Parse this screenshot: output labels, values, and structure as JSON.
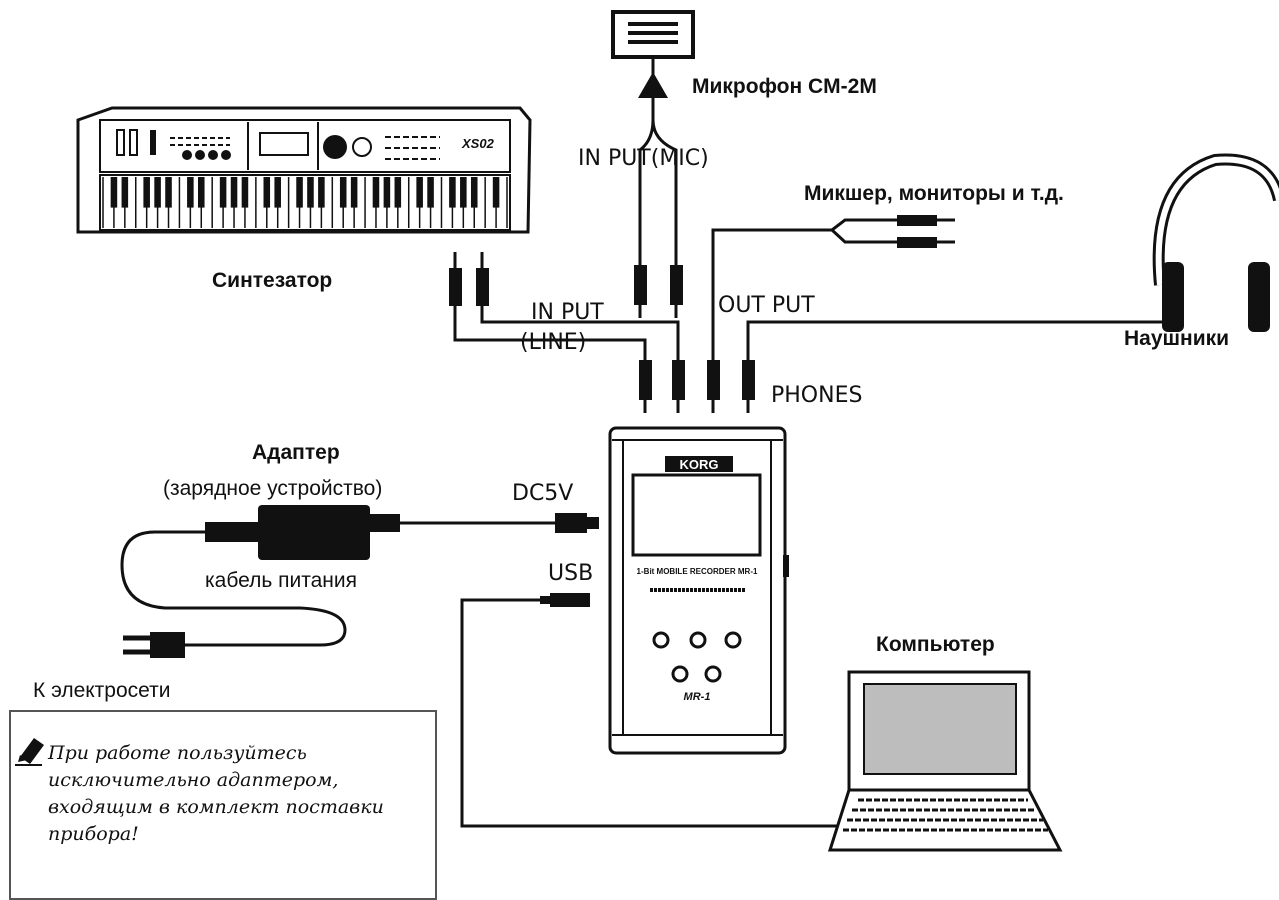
{
  "labels": {
    "mic": "Микрофон CM-2M",
    "synth": "Синтезатор",
    "mixer": "Микшер, мониторы и т.д.",
    "headphones": "Наушники",
    "adapter_title": "Адаптер",
    "adapter_sub": "(зарядное устройство)",
    "power_cable": "кабель питания",
    "to_mains": "К электросети",
    "computer": "Компьютер"
  },
  "ports": {
    "input_mic": "IN PUT(MIC)",
    "input": "IN PUT",
    "line": "(LINE)",
    "output": "OUT PUT",
    "phones": "PHONES",
    "dc": "DC5V",
    "usb": "USB"
  },
  "device": {
    "brand": "KORG",
    "model_text": "1-Bit MOBILE RECORDER MR-1",
    "logo": "MR-1"
  },
  "synth_brand": "XS02",
  "note": "При работе пользуйтесь исключительно адаптером, входящим в комплект поставки прибора!"
}
